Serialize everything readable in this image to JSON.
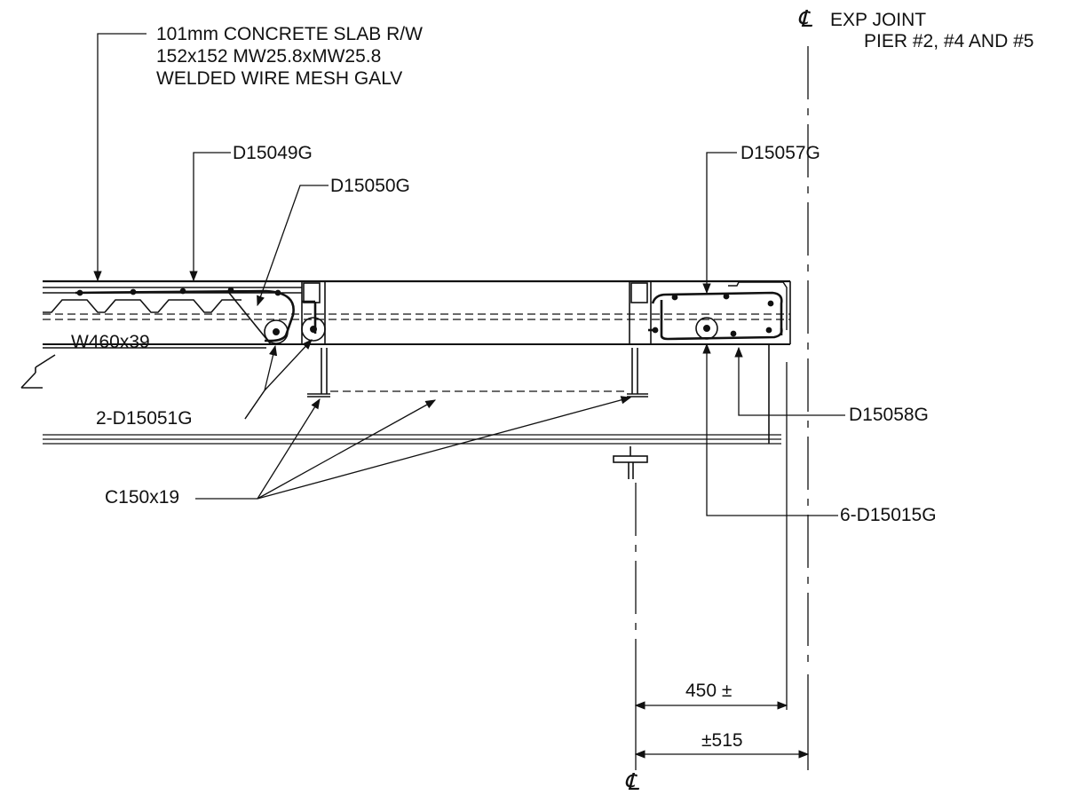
{
  "colors": {
    "ink": "#111111",
    "background": "#ffffff"
  },
  "labels": {
    "slab": [
      "101mm CONCRETE SLAB R/W",
      "152x152 MW25.8xMW25.8",
      "WELDED WIRE MESH GALV"
    ],
    "exp_joint_symbol": "℄",
    "exp_joint": "EXP JOINT",
    "pier": "PIER #2, #4 AND #5",
    "d15049g": "D15049G",
    "d15050g": "D15050G",
    "d15057g": "D15057G",
    "w460x39": "W460x39",
    "d15051g": "2-D15051G",
    "d15058g": "D15058G",
    "c150x19": "C150x19",
    "d15015g": "6-D15015G",
    "dim_450": "450 ±",
    "dim_515": "±515",
    "centerline_bottom": "℄"
  }
}
